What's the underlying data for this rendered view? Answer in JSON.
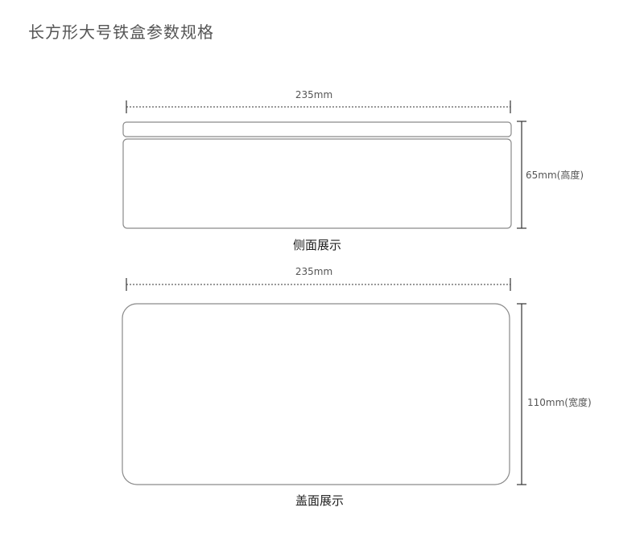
{
  "title": "长方形大号铁盒参数规格",
  "side_view": {
    "width_label": "235mm",
    "height_label": "65mm(高度)",
    "caption": "侧面展示"
  },
  "top_view": {
    "width_label": "235mm",
    "depth_label": "110mm(宽度)",
    "caption": "盖面展示"
  }
}
